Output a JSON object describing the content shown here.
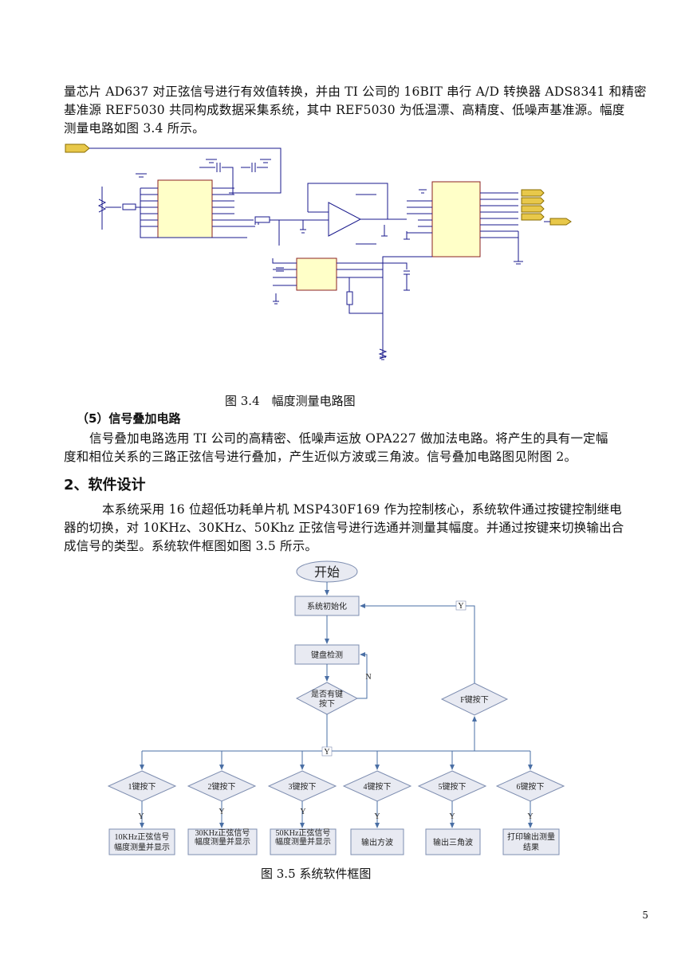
{
  "paragraphs": {
    "p1_line1": "量芯片 AD637 对正弦信号进行有效值转换，并由 TI 公司的 16BIT 串行 A/D 转换器 ADS8341 和精密",
    "p1_line2": "基准源 REF5030 共同构成数据采集系统，其中 REF5030 为低温漂、高精度、低噪声基准源。幅度",
    "p1_line3": "测量电路如图 3.4 所示。",
    "p2_line1": "信号叠加电路选用 TI 公司的高精密、低噪声运放 OPA227 做加法电路。将产生的具有一定幅",
    "p2_line2": "度和相位关系的三路正弦信号进行叠加，产生近似方波或三角波。信号叠加电路图见附图 2。",
    "p3_line1": "本系统采用 16 位超低功耗单片机 MSP430F169 作为控制核心，系统软件通过按键控制继电",
    "p3_line2": "器的切换，对 10KHz、30KHz、50Khz 正弦信号进行选通并测量其幅度。并通过按键来切换输出合",
    "p3_line3": "成信号的类型。系统软件框图如图 3.5 所示。"
  },
  "captions": {
    "fig34": "图 3.4　幅度测量电路图",
    "fig35": "图 3.5  系统软件框图"
  },
  "headings": {
    "sub5": "（5）信号叠加电路",
    "sec2": "2、软件设计"
  },
  "flowchart": {
    "start": "开始",
    "init": "系统初始化",
    "scan": "键盘检测",
    "decision_l1": "是否有键",
    "decision_l2": "按下",
    "f_key": "F键按下",
    "label_y": "Y",
    "label_n": "N",
    "keys": [
      "1键按下",
      "2键按下",
      "3键按下",
      "4键按下",
      "5键按下",
      "6键按下"
    ],
    "out1_l1": "10KHz正弦信号",
    "out1_l2": "幅度测量并显示",
    "out2_l1": "30KHz正弦信号",
    "out2_l2": "幅度测量并显示",
    "out3_l1": "50KHz正弦信号",
    "out3_l2": "幅度测量并显示",
    "out4": "输出方波",
    "out5": "输出三角波",
    "out6_l1": "打印输出测量",
    "out6_l2": "结果"
  },
  "page_number": "5"
}
